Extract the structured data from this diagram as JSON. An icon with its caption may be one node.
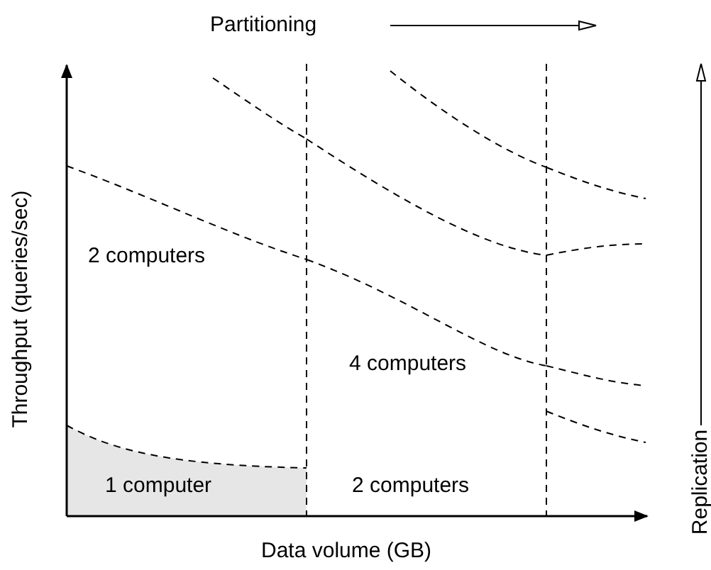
{
  "diagram": {
    "labels": [
      "Partitioning",
      "Throughput (queries/sec)",
      "2 computers",
      "4 computers",
      "Replication",
      "1 computer",
      "2 computers",
      "Data volume (GB)"
    ]
  }
}
